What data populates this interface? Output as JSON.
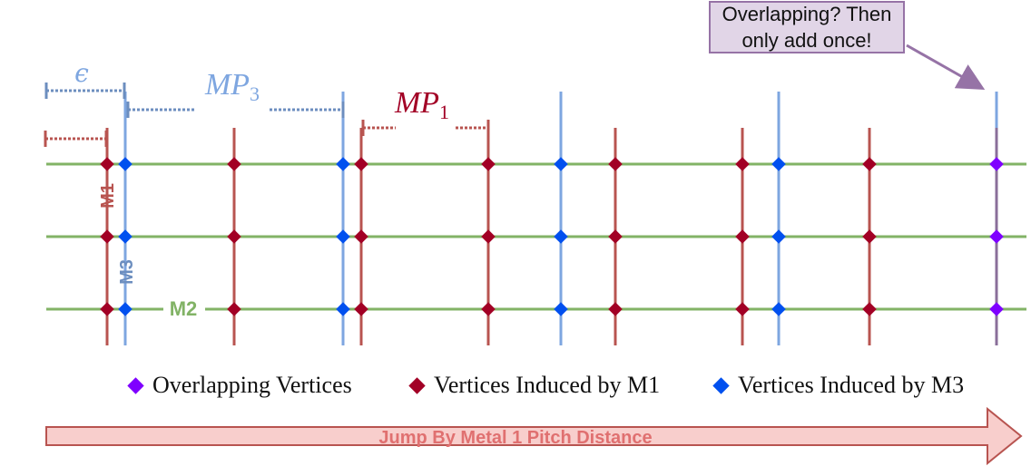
{
  "labels": {
    "epsilon": "ϵ",
    "mp3_base": "MP",
    "mp3_sub": "3",
    "mp1_base": "MP",
    "mp1_sub": "1",
    "m1": "M1",
    "m3": "M3",
    "m2": "M2"
  },
  "callout": {
    "line1": "Overlapping? Then",
    "line2": "only add once!"
  },
  "legend": {
    "overlap": "Overlapping Vertices",
    "m1": "Vertices Induced by M1",
    "m3": "Vertices Induced by M3"
  },
  "arrow": {
    "label": "Jump By Metal 1 Pitch Distance"
  },
  "colors": {
    "m1": "#b85450",
    "m3": "#7ea6e0",
    "m2": "#82b366",
    "vertex_m1": "#a20025",
    "vertex_m3": "#0050ef",
    "vertex_overlap": "#7f00ff",
    "callout_fill": "#e1d5e7",
    "callout_stroke": "#9673a6",
    "arrow_fill": "#f8cecc",
    "arrow_stroke": "#b85450",
    "arrow_text": "#e07070"
  },
  "icons": {
    "legend_overlap": "purple-diamond-icon",
    "legend_m1": "red-diamond-icon",
    "legend_m3": "blue-diamond-icon"
  }
}
